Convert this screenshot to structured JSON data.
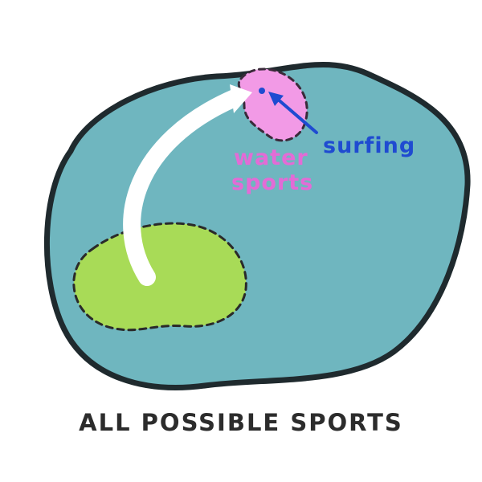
{
  "diagram": {
    "caption": "ALL POSSIBLE SPORTS",
    "regions": {
      "all_sports": {
        "fill": "#6FB6BF",
        "outline": "#1F2A2E"
      },
      "current_area": {
        "fill": "#A8DB57",
        "outline": "#2A2A2A"
      },
      "water_sports": {
        "label_line1": "water",
        "label_line2": "sports",
        "fill": "#F29AE6",
        "label_color": "#E36BD6"
      }
    },
    "pointer": {
      "label": "surfing",
      "color": "#1F4BD1"
    },
    "move_arrow": {
      "color": "#FFFFFF"
    }
  }
}
